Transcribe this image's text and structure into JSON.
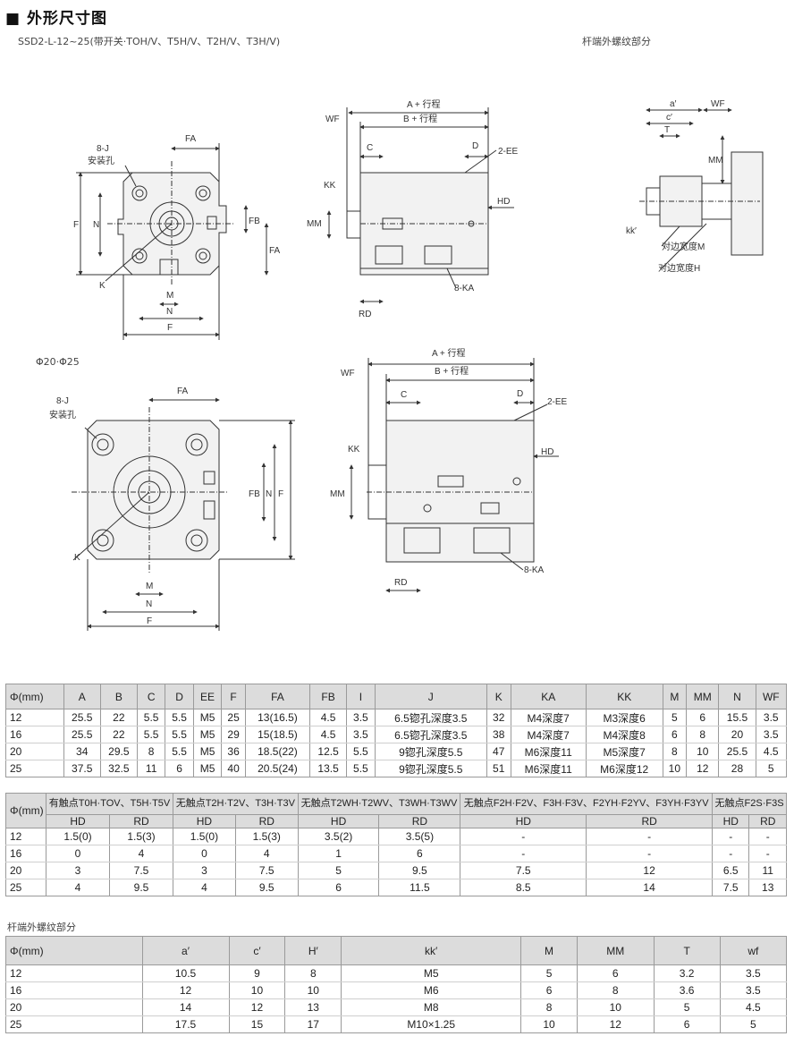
{
  "header": {
    "title": "■ 外形尺寸图",
    "subtitle": "SSD2-L-12~25(带开关·TOH/V、T5H/V、T2H/V、T3H/V)",
    "rod_thread_label": "杆端外螺纹部分",
    "section2_label": "Φ20·Φ25"
  },
  "drawing_labels": {
    "j": "8-J",
    "mount_hole": "安装孔",
    "fa": "FA",
    "fb": "FB",
    "f": "F",
    "n": "N",
    "m": "M",
    "k": "K",
    "a_stroke": "A + 行程",
    "b_stroke": "B + 行程",
    "wf": "WF",
    "c": "C",
    "d": "D",
    "ee": "2-EE",
    "kk": "KK",
    "hd": "HD",
    "mm": "MM",
    "ka": "8-KA",
    "rd": "RD",
    "a_prime": "a′",
    "c_prime": "c′",
    "t": "T",
    "kk_prime": "kk′",
    "across_m": "对边宽度M",
    "across_h": "对边宽度H"
  },
  "table1": {
    "headers": [
      "Φ(mm)",
      "A",
      "B",
      "C",
      "D",
      "EE",
      "F",
      "FA",
      "FB",
      "I",
      "J",
      "K",
      "KA",
      "KK",
      "M",
      "MM",
      "N",
      "WF"
    ],
    "rows": [
      [
        "12",
        "25.5",
        "22",
        "5.5",
        "5.5",
        "M5",
        "25",
        "13(16.5)",
        "4.5",
        "3.5",
        "6.5锪孔深度3.5",
        "32",
        "M4深度7",
        "M3深度6",
        "5",
        "6",
        "15.5",
        "3.5"
      ],
      [
        "16",
        "25.5",
        "22",
        "5.5",
        "5.5",
        "M5",
        "29",
        "15(18.5)",
        "4.5",
        "3.5",
        "6.5锪孔深度3.5",
        "38",
        "M4深度7",
        "M4深度8",
        "6",
        "8",
        "20",
        "3.5"
      ],
      [
        "20",
        "34",
        "29.5",
        "8",
        "5.5",
        "M5",
        "36",
        "18.5(22)",
        "12.5",
        "5.5",
        "9锪孔深度5.5",
        "47",
        "M6深度11",
        "M5深度7",
        "8",
        "10",
        "25.5",
        "4.5"
      ],
      [
        "25",
        "37.5",
        "32.5",
        "11",
        "6",
        "M5",
        "40",
        "20.5(24)",
        "13.5",
        "5.5",
        "9锪孔深度5.5",
        "51",
        "M6深度11",
        "M6深度12",
        "10",
        "12",
        "28",
        "5"
      ]
    ]
  },
  "table2": {
    "first_header": "Φ(mm)",
    "groups": [
      "有触点T0H·TOV、T5H·T5V",
      "无触点T2H·T2V、T3H·T3V",
      "无触点T2WH·T2WV、T3WH·T3WV",
      "无触点F2H·F2V、F3H·F3V、F2YH·F2YV、F3YH·F3YV",
      "无触点F2S·F3S"
    ],
    "sub": [
      "HD",
      "RD"
    ],
    "rows": [
      [
        "12",
        "1.5(0)",
        "1.5(3)",
        "1.5(0)",
        "1.5(3)",
        "3.5(2)",
        "3.5(5)",
        "-",
        "-",
        "-",
        "-"
      ],
      [
        "16",
        "0",
        "4",
        "0",
        "4",
        "1",
        "6",
        "-",
        "-",
        "-",
        "-"
      ],
      [
        "20",
        "3",
        "7.5",
        "3",
        "7.5",
        "5",
        "9.5",
        "7.5",
        "12",
        "6.5",
        "11"
      ],
      [
        "25",
        "4",
        "9.5",
        "4",
        "9.5",
        "6",
        "11.5",
        "8.5",
        "14",
        "7.5",
        "13"
      ]
    ]
  },
  "table3": {
    "label": "杆端外螺纹部分",
    "headers": [
      "Φ(mm)",
      "a′",
      "c′",
      "H′",
      "kk′",
      "M",
      "MM",
      "T",
      "wf"
    ],
    "rows": [
      [
        "12",
        "10.5",
        "9",
        "8",
        "M5",
        "5",
        "6",
        "3.2",
        "3.5"
      ],
      [
        "16",
        "12",
        "10",
        "10",
        "M6",
        "6",
        "8",
        "3.6",
        "3.5"
      ],
      [
        "20",
        "14",
        "12",
        "13",
        "M8",
        "8",
        "10",
        "5",
        "4.5"
      ],
      [
        "25",
        "17.5",
        "15",
        "17",
        "M10×1.25",
        "10",
        "12",
        "6",
        "5"
      ]
    ]
  }
}
